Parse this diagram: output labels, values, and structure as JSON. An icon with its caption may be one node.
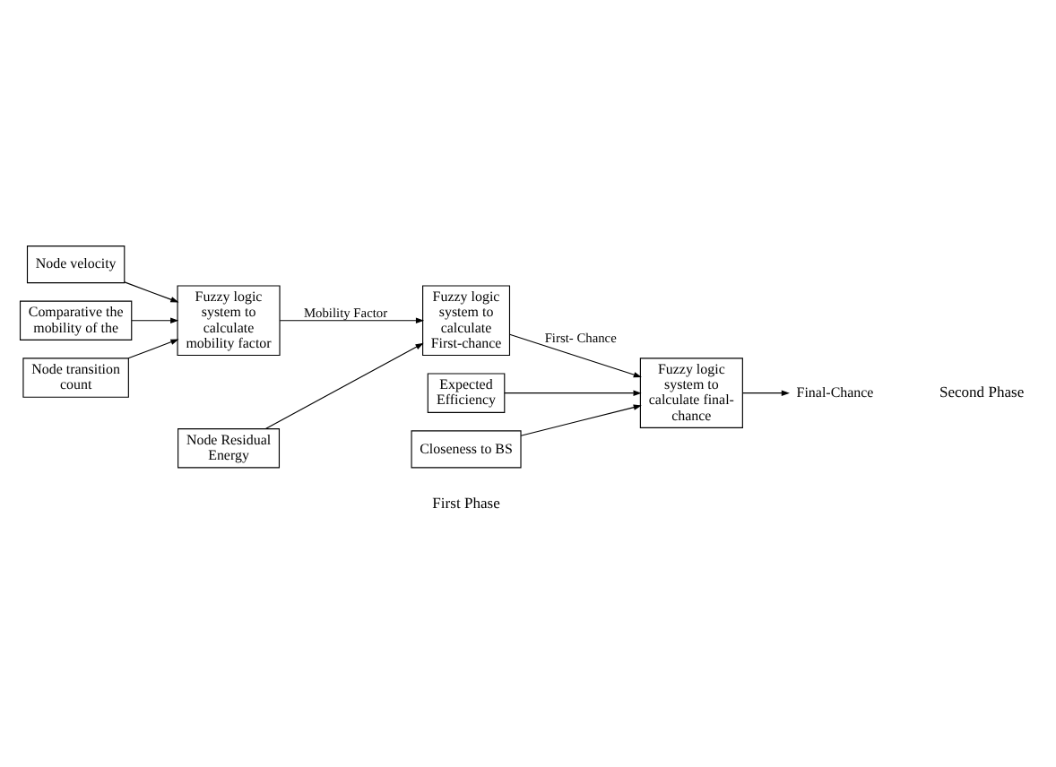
{
  "diagram": {
    "nodes": [
      {
        "text": [
          "Node velocity"
        ]
      },
      {
        "text": [
          "Comparative the mobility of the"
        ]
      },
      {
        "text": [
          "Node transition count"
        ]
      },
      {
        "text": [
          "Fuzzy logic system to calculate mobility factor"
        ]
      },
      {
        "text": [
          "Node Residual Energy"
        ]
      },
      {
        "text": [
          "Fuzzy logic system to calculate First-chance"
        ]
      },
      {
        "text": [
          "Expected Efficiency"
        ]
      },
      {
        "text": [
          "Closeness to BS"
        ]
      },
      {
        "text": [
          "Fuzzy logic system to calculate final- chance"
        ]
      },
      {
        "text": [
          "Final-Chance"
        ]
      }
    ],
    "edges": [
      {
        "from": 0,
        "to": 3,
        "arrow": "to"
      },
      {
        "from": 1,
        "to": 3,
        "arrow": "to"
      },
      {
        "from": 2,
        "to": 3,
        "arrow": "to"
      },
      {
        "from": 3,
        "to": 5,
        "arrow": "to",
        "label": "Mobility Factor"
      },
      {
        "from": 4,
        "to": 5,
        "arrow": "to"
      },
      {
        "from": 5,
        "to": 8,
        "arrow": "to",
        "label": "First- Chance"
      },
      {
        "from": 6,
        "to": 8,
        "arrow": "to"
      },
      {
        "from": 7,
        "to": 8,
        "arrow": "to"
      },
      {
        "from": 8,
        "to": 9,
        "arrow": "to"
      }
    ],
    "labels": [
      "First Phase",
      "Second Phase"
    ]
  }
}
